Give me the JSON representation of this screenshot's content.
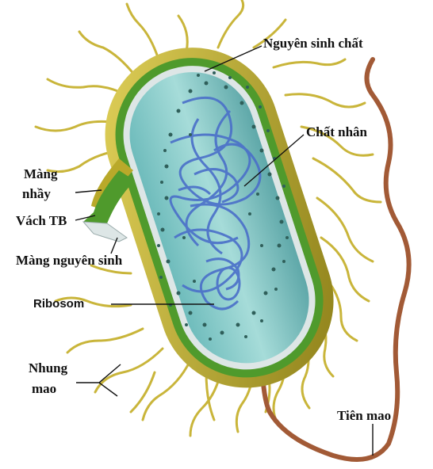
{
  "diagram": {
    "labels": {
      "cytoplasm": "Nguyên sinh chất",
      "nucleoid": "Chất nhân",
      "capsule_line1": "Màng",
      "capsule_line2": "nhầy",
      "cell_wall": "Vách TB",
      "plasma_membrane": "Màng nguyên sinh",
      "ribosome": "Ribosom",
      "pili_line1": "Nhung",
      "pili_line2": "mao",
      "flagellum": "Tiên mao"
    },
    "colors": {
      "pili": "#c9b53a",
      "capsule": "#b9a92a",
      "cell_wall": "#4f9a2c",
      "membrane": "#dde6e6",
      "cytoplasm": "#8fd0cf",
      "nucleoid": "#4a6fc9",
      "ribosome": "#2f5f5a",
      "flagellum": "#a25a36"
    }
  }
}
